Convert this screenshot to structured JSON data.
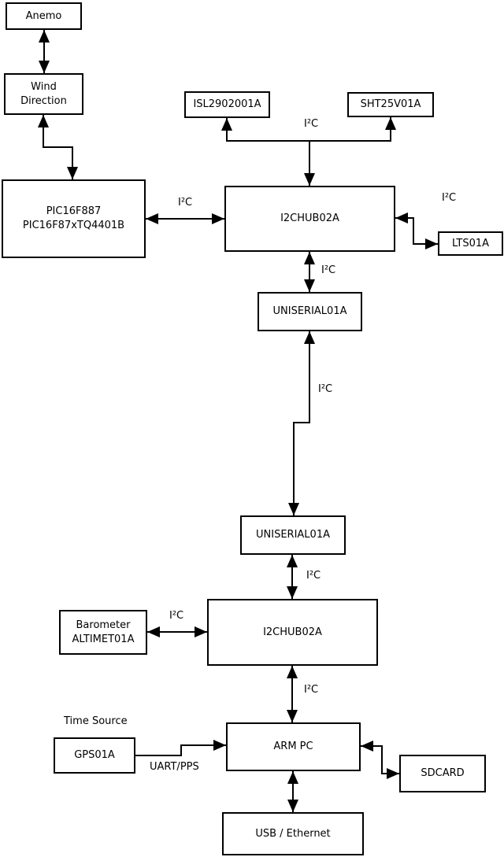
{
  "diagram": {
    "type": "hardware-block-diagram",
    "background_color": "#ffffff",
    "line_color": "#000000",
    "nodes": {
      "anemo": {
        "label": "Anemo"
      },
      "wind": {
        "label": "Wind\nDirection"
      },
      "pic": {
        "label": "PIC16F887\nPIC16F87xTQ4401B"
      },
      "isl": {
        "label": "ISL2902001A"
      },
      "sht": {
        "label": "SHT25V01A"
      },
      "hub1": {
        "label": "I2CHUB02A"
      },
      "lts": {
        "label": "LTS01A"
      },
      "uniserial1": {
        "label": "UNISERIAL01A"
      },
      "uniserial2": {
        "label": "UNISERIAL01A"
      },
      "hub2": {
        "label": "I2CHUB02A"
      },
      "barometer": {
        "label": "Barometer\nALTIMET01A"
      },
      "gps": {
        "label": "GPS01A"
      },
      "arm_pc": {
        "label": "ARM PC"
      },
      "sdcard": {
        "label": "SDCARD"
      },
      "usb_ethernet": {
        "label": "USB / Ethernet"
      }
    },
    "labels": {
      "i2c": "I²C",
      "uart_pps": "UART/PPS",
      "time_source": "Time Source"
    },
    "edges": [
      {
        "from": "anemo",
        "to": "wind",
        "arrowheads": "both"
      },
      {
        "from": "wind",
        "to": "pic",
        "arrowheads": "both"
      },
      {
        "from": "pic",
        "to": "hub1",
        "arrowheads": "both",
        "bus": "I²C"
      },
      {
        "from": "hub1",
        "to": "isl",
        "arrowheads": "both",
        "bus": "I²C"
      },
      {
        "from": "hub1",
        "to": "sht",
        "arrowheads": "both",
        "bus": "I²C"
      },
      {
        "from": "hub1",
        "to": "lts",
        "arrowheads": "both",
        "bus": "I²C"
      },
      {
        "from": "hub1",
        "to": "uniserial1",
        "arrowheads": "both",
        "bus": "I²C"
      },
      {
        "from": "uniserial1",
        "to": "uniserial2",
        "arrowheads": "both",
        "bus": "I²C"
      },
      {
        "from": "uniserial2",
        "to": "hub2",
        "arrowheads": "both",
        "bus": "I²C"
      },
      {
        "from": "barometer",
        "to": "hub2",
        "arrowheads": "both",
        "bus": "I²C"
      },
      {
        "from": "hub2",
        "to": "arm_pc",
        "arrowheads": "both",
        "bus": "I²C"
      },
      {
        "from": "gps",
        "to": "arm_pc",
        "arrowheads": "to",
        "bus": "UART/PPS"
      },
      {
        "from": "arm_pc",
        "to": "sdcard",
        "arrowheads": "both"
      },
      {
        "from": "arm_pc",
        "to": "usb_ethernet",
        "arrowheads": "both"
      }
    ],
    "annotations": [
      {
        "text": "Time Source",
        "near": "gps"
      }
    ]
  }
}
